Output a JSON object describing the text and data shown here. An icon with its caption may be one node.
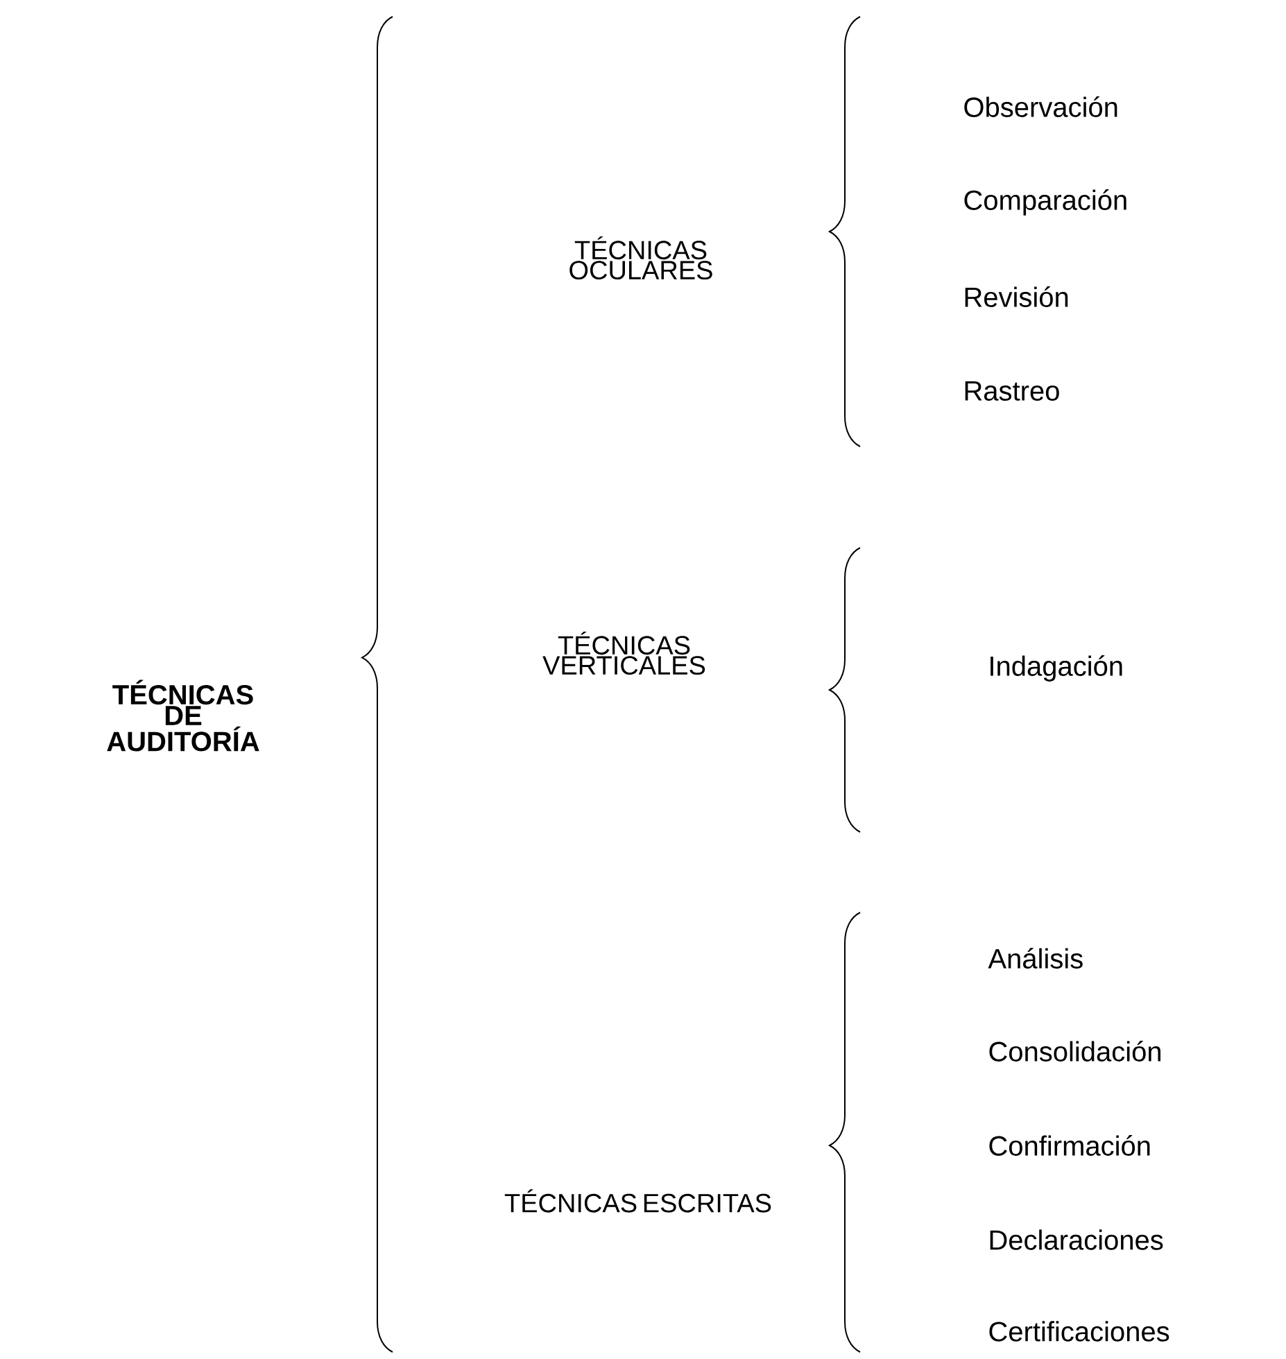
{
  "diagram": {
    "labels": [
      "TÉCNICAS DE AUDITORÍA",
      "TÉCNICAS OCULARES",
      "Observación",
      "Comparación",
      "Revisión",
      "Rastreo",
      "TÉCNICAS VERTICALES",
      "Indagación",
      "TÉCNICAS ESCRITAS",
      "Análisis",
      "Consolidación",
      "Confirmación",
      "Declaraciones",
      "Certificaciones"
    ]
  }
}
